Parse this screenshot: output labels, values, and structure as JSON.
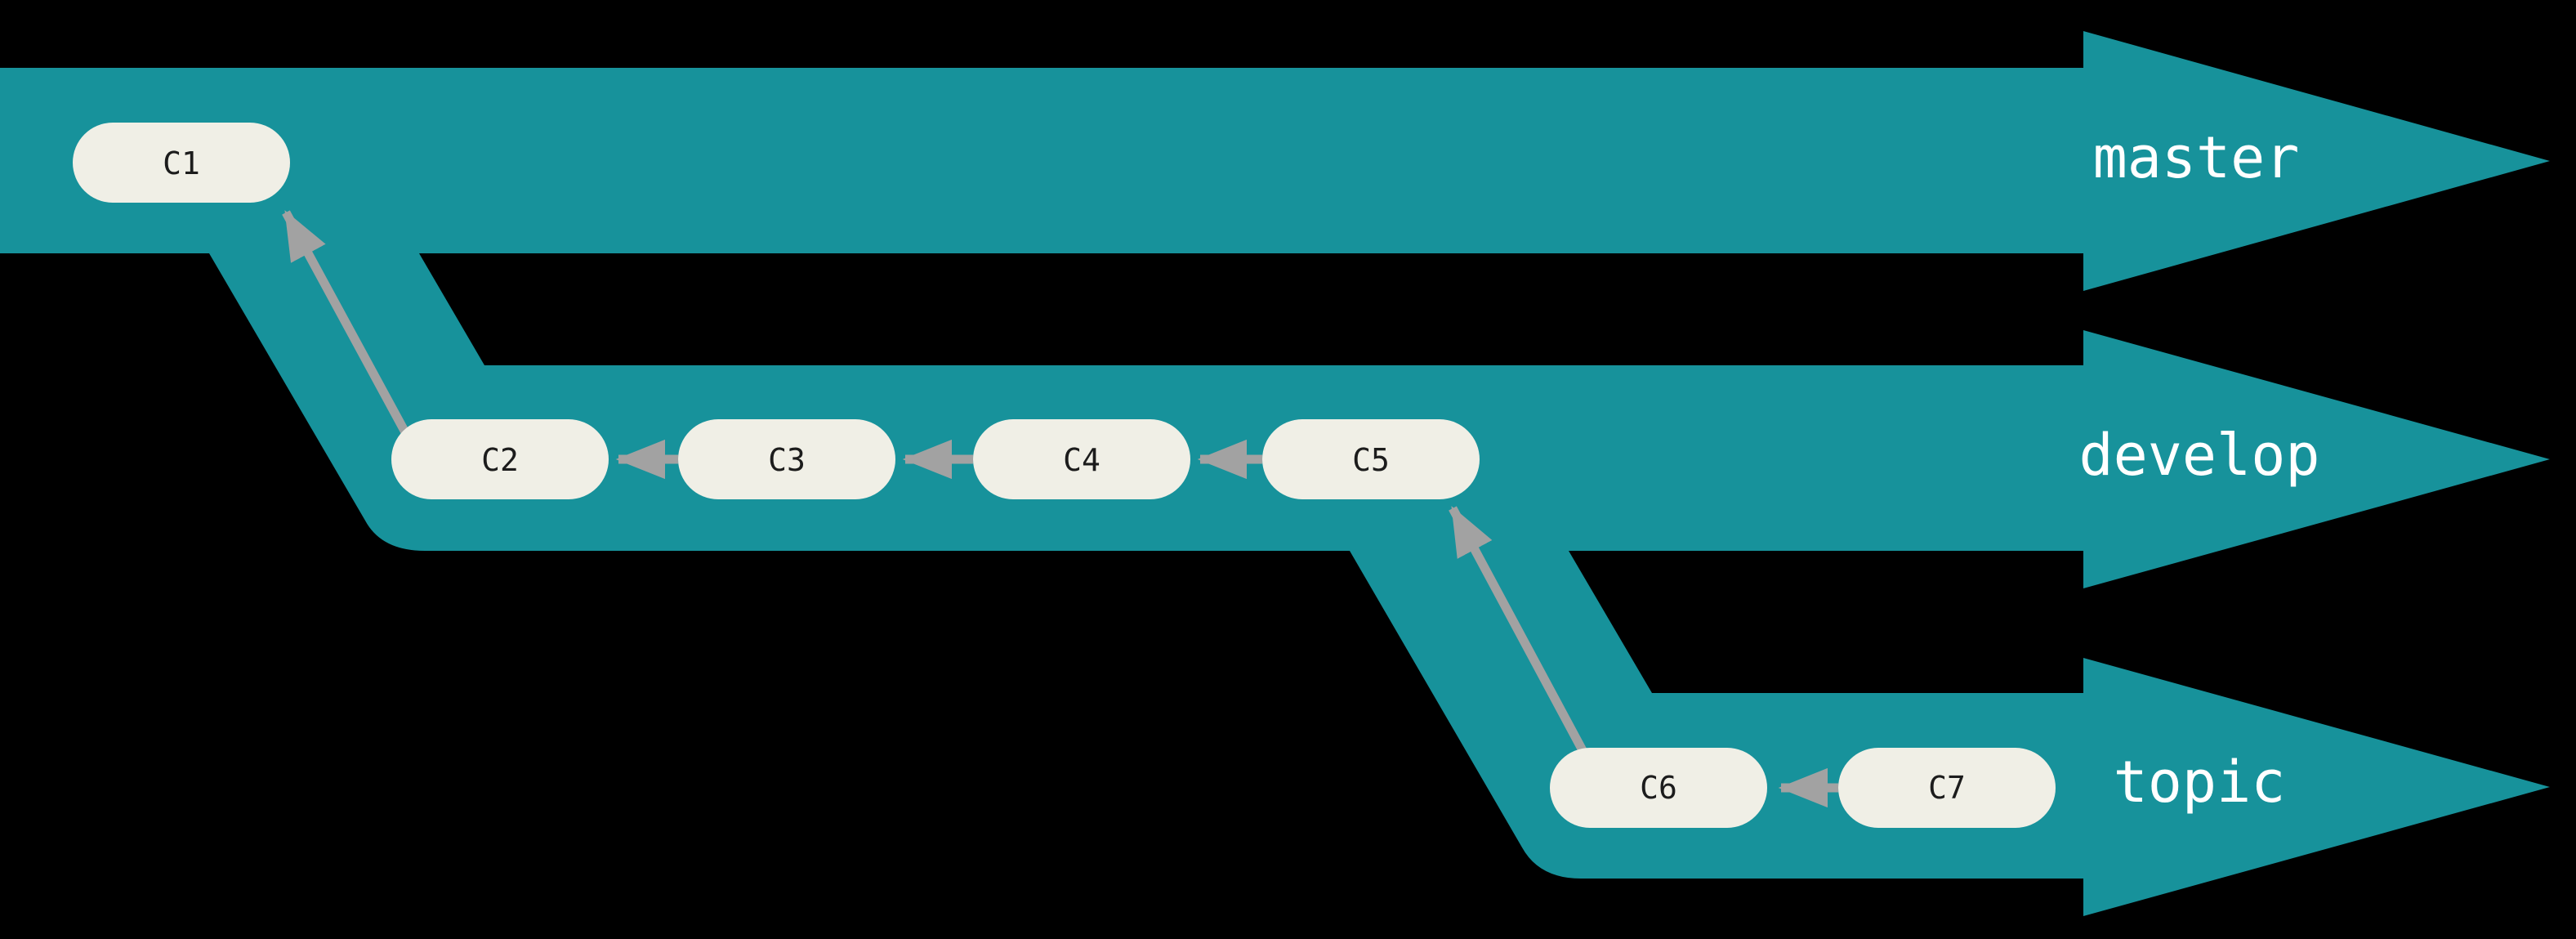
{
  "diagram": {
    "type": "git-branching-diagram",
    "branches": [
      {
        "name": "master",
        "commits": [
          "C1"
        ]
      },
      {
        "name": "develop",
        "commits": [
          "C2",
          "C3",
          "C4",
          "C5"
        ]
      },
      {
        "name": "topic",
        "commits": [
          "C6",
          "C7"
        ]
      }
    ],
    "edges": [
      {
        "from": "C2",
        "to": "C1"
      },
      {
        "from": "C3",
        "to": "C2"
      },
      {
        "from": "C4",
        "to": "C3"
      },
      {
        "from": "C5",
        "to": "C4"
      },
      {
        "from": "C6",
        "to": "C5"
      },
      {
        "from": "C7",
        "to": "C6"
      }
    ]
  },
  "colors": {
    "background": "#000000",
    "band": "#17929B",
    "node_fill": "#F0EFE6",
    "node_text": "#1C1C1C",
    "branch_label": "#FFFFFF",
    "arrow": "#A2A2A2"
  }
}
